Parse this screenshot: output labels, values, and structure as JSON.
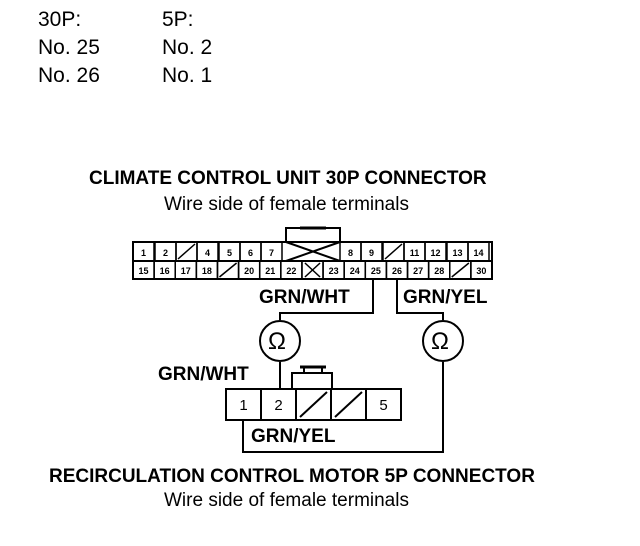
{
  "pin_table": {
    "headers": [
      "30P:",
      "5P:"
    ],
    "rows": [
      [
        "No. 25",
        "No. 2"
      ],
      [
        "No. 26",
        "No. 1"
      ]
    ]
  },
  "connector_30p": {
    "title": "CLIMATE CONTROL UNIT 30P CONNECTOR",
    "subtitle": "Wire side of female terminals",
    "top_row": [
      "1",
      "2",
      "",
      "4",
      "5",
      "6",
      "7",
      "",
      "8",
      "9",
      "",
      "11",
      "12",
      "13",
      "14"
    ],
    "bottom_row": [
      "15",
      "16",
      "17",
      "18",
      "",
      "20",
      "21",
      "22",
      "",
      "23",
      "24",
      "25",
      "26",
      "27",
      "28",
      "",
      "30"
    ]
  },
  "connector_5p": {
    "title": "RECIRCULATION CONTROL MOTOR 5P CONNECTOR",
    "subtitle": "Wire side of female terminals",
    "terminals": [
      "1",
      "2",
      "",
      "",
      "5"
    ]
  },
  "wires": {
    "upper_left": "GRN/WHT",
    "upper_right": "GRN/YEL",
    "lower_left": "GRN/WHT",
    "lower_bottom": "GRN/YEL"
  },
  "meter_symbol": "Ω"
}
